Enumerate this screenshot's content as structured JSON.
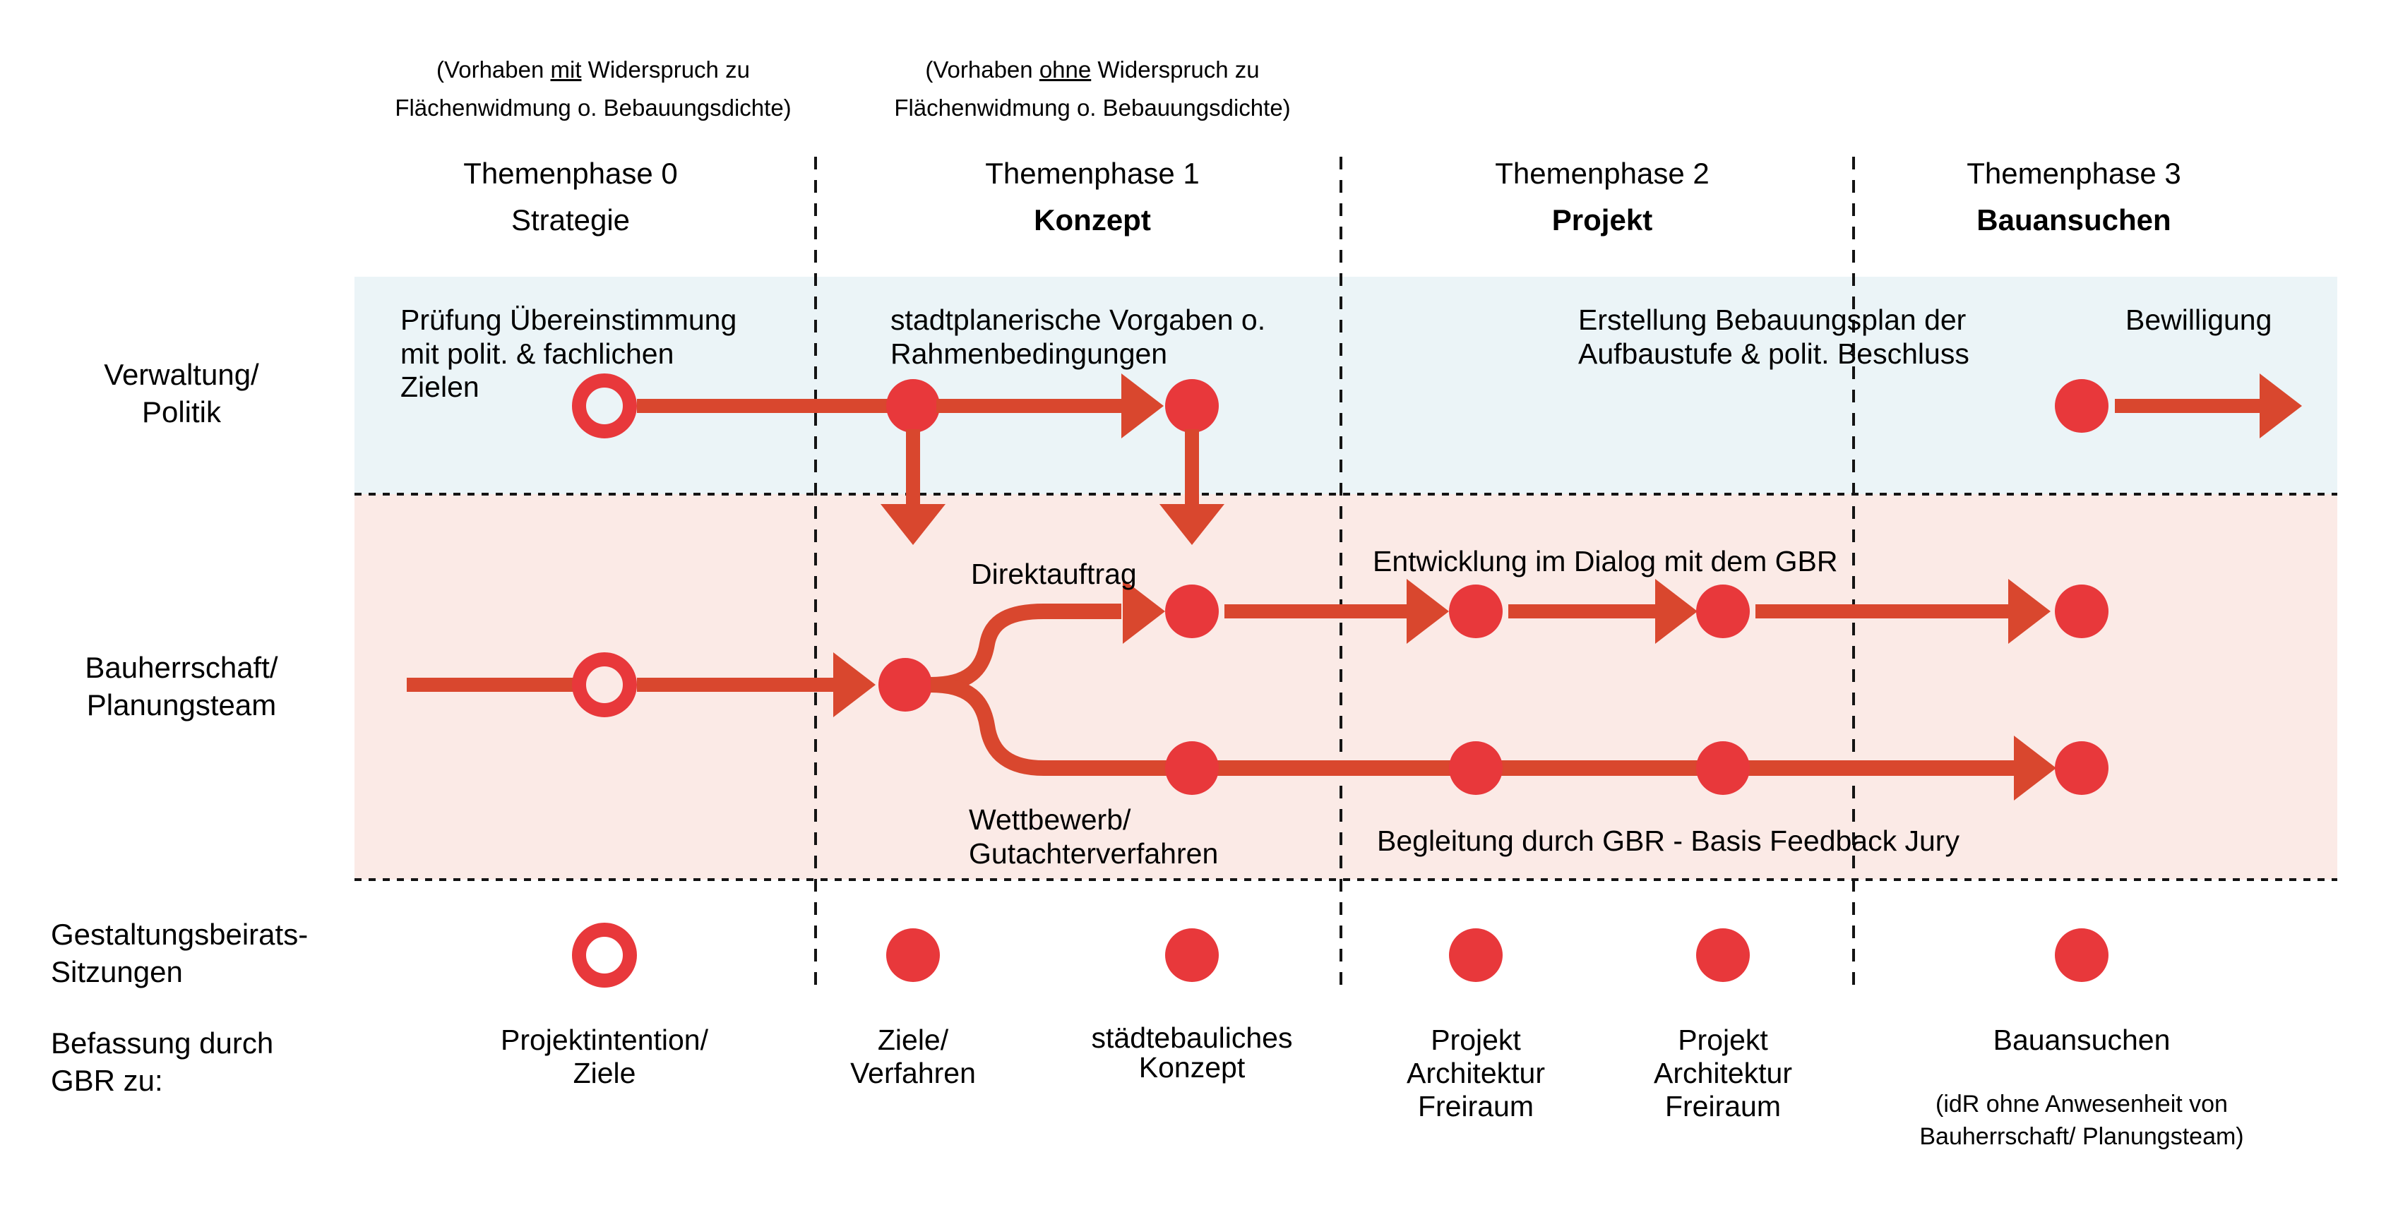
{
  "notes": {
    "with": {
      "pre": "(Vorhaben ",
      "emph": "mit",
      "post": " Widerspruch zu\nFlächenwidmung o. Bebauungsdichte)"
    },
    "without": {
      "pre": "(Vorhaben ",
      "emph": "ohne",
      "post": " Widerspruch zu\nFlächenwidmung o. Bebauungsdichte)"
    }
  },
  "phases": [
    {
      "title": "Themenphase 0",
      "subtitle": "Strategie"
    },
    {
      "title": "Themenphase 1",
      "subtitle": "Konzept"
    },
    {
      "title": "Themenphase 2",
      "subtitle": "Projekt"
    },
    {
      "title": "Themenphase 3",
      "subtitle": "Bauansuchen"
    }
  ],
  "lanes": {
    "admin": "Verwaltung/\nPolitik",
    "owner": "Bauherrschaft/\nPlanungsteam",
    "board": "Gestaltungsbeirats-\nSitzungen",
    "gbr": "Befassung durch\nGBR zu:"
  },
  "admin_lane": {
    "check": "Prüfung Übereinstimmung\nmit polit. & fachlichen\nZielen",
    "specs": "stadtplanerische Vorgaben o.\nRahmenbedingungen",
    "plan": "Erstellung Bebauungsplan der\nAufbaustufe & polit. Beschluss",
    "approval": "Bewilligung"
  },
  "owner_lane": {
    "direct": "Direktauftrag",
    "dialog": "Entwicklung im Dialog mit dem GBR",
    "competition": "Wettbewerb/\nGutachterverfahren",
    "support": "Begleitung durch GBR - Basis Feedback Jury"
  },
  "gbr_topics": [
    "Projektintention/\nZiele",
    "Ziele/\nVerfahren",
    "städtebauliches\nKonzept",
    "Projekt\nArchitektur\nFreiraum",
    "Projekt\nArchitektur\nFreiraum",
    "Bauansuchen"
  ],
  "gbr_note": "(idR ohne Anwesenheit von\nBauherrschaft/ Planungsteam)",
  "colors": {
    "dot_red": "#e8383b",
    "arrow_red": "#d9472e",
    "band_blue": "#ebf4f7",
    "band_pink": "#fbeae6"
  }
}
